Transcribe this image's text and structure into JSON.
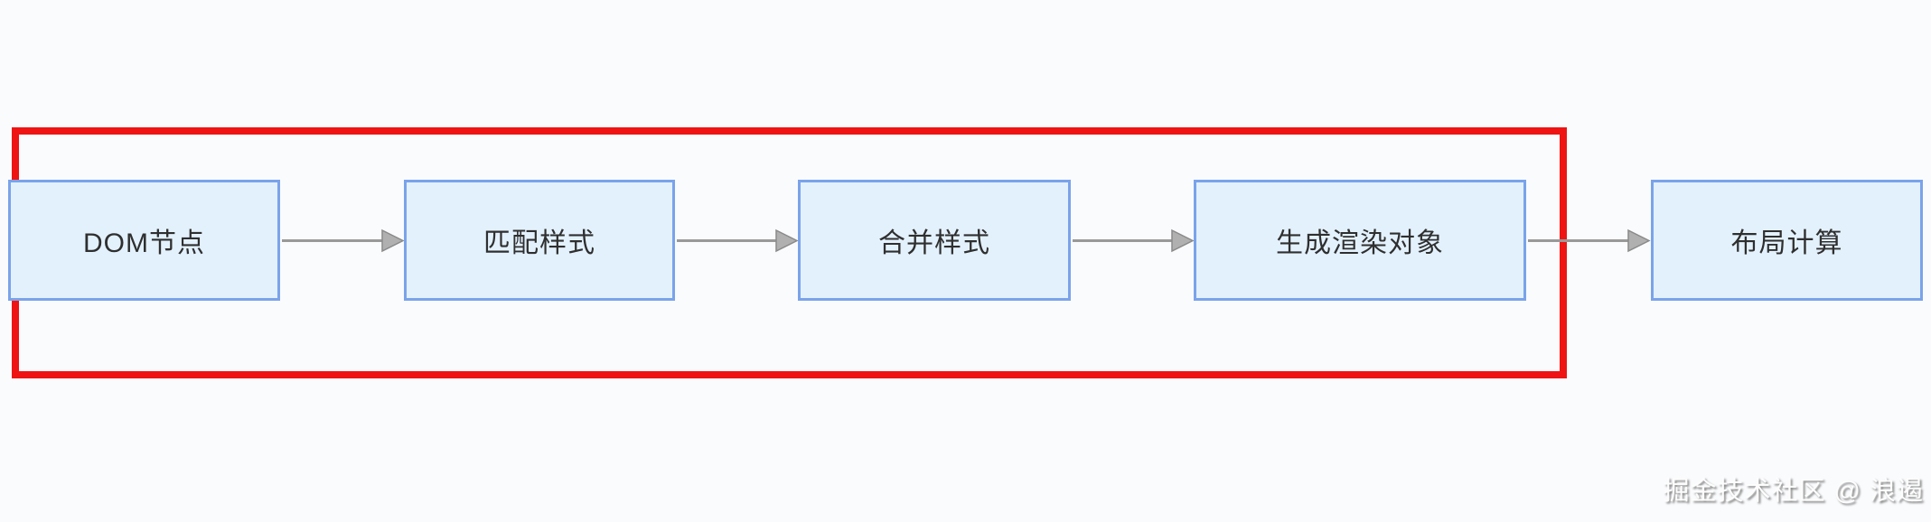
{
  "diagram": {
    "title": "render-pipeline-flowchart",
    "nodes": [
      {
        "id": "dom-node",
        "label": "DOM节点"
      },
      {
        "id": "match-styles",
        "label": "匹配样式"
      },
      {
        "id": "merge-styles",
        "label": "合并样式"
      },
      {
        "id": "make-render-obj",
        "label": "生成渲染对象"
      },
      {
        "id": "layout-calc",
        "label": "布局计算"
      }
    ],
    "connections": [
      {
        "from": "dom-node",
        "to": "match-styles"
      },
      {
        "from": "match-styles",
        "to": "merge-styles"
      },
      {
        "from": "merge-styles",
        "to": "make-render-obj"
      },
      {
        "from": "make-render-obj",
        "to": "layout-calc"
      }
    ],
    "highlight": {
      "shape": "rectangle",
      "color": "#ee1414",
      "encloses": [
        "dom-node",
        "match-styles",
        "merge-styles",
        "make-render-obj"
      ]
    },
    "watermark": "掘金技术社区 @ 浪遏"
  },
  "colors": {
    "background": "#fafbfd",
    "node_fill": "#e3f1fd",
    "node_border": "#7aa3ea",
    "node_text": "#2f2f2f",
    "arrow": "#999999",
    "arrowhead_fill": "#b0b0b0",
    "arrowhead_stroke": "#8a8a8a",
    "highlight_red": "#ee1414",
    "watermark_text": "#fdfdfd"
  }
}
